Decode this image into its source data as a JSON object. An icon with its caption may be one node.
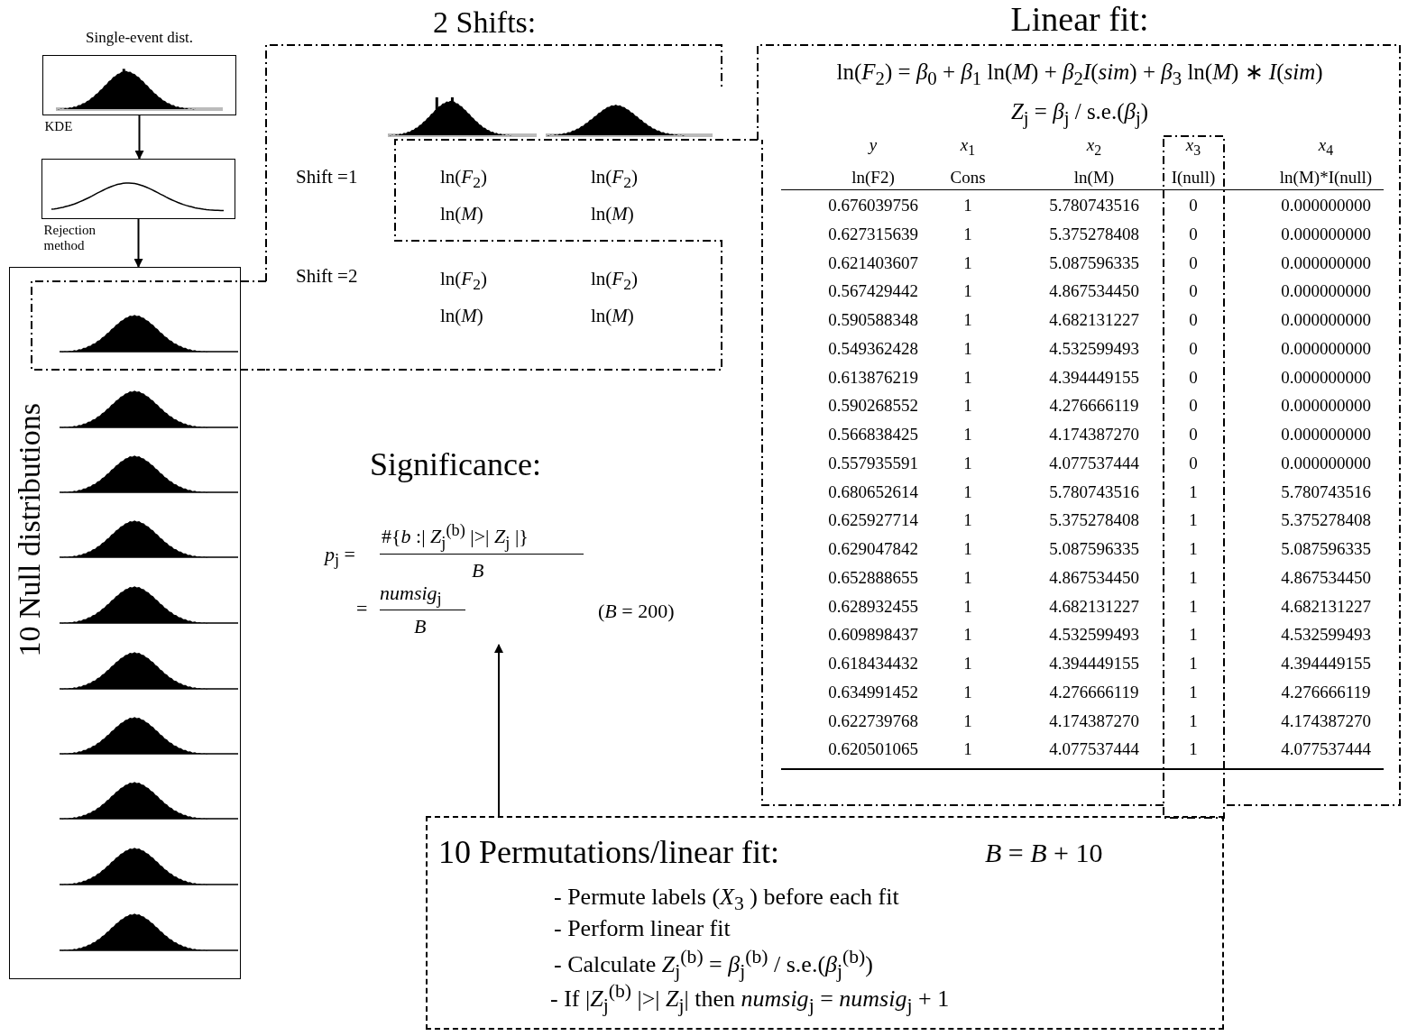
{
  "diagram": {
    "nodes": [
      {
        "text": [
          "Single-event dist."
        ]
      },
      {
        "text": [],
        "shape": "picture"
      },
      {
        "text": [
          "10 Null distributions"
        ]
      },
      {
        "text": [
          "2 Shifts:"
        ]
      },
      {
        "text": [
          "Linear fit:",
          "ln(*F*$_{2}$) = *β*$_{0}$ + *β*$_{1}$ ln(*M*) + *β*$_{2}$*I*(*sim*) + *β*$_{3}$ ln(*M*) ∗ *I*(*sim*)",
          "*Z*$_{j}$ = *β*$_{j}$ / s.e.(*β*$_{j}$)"
        ]
      },
      {
        "text": [
          "Significance:",
          "*p*$_{j}$ =",
          "#{*b* :| *Z*$_{j}$$^{(b)}$ |>| *Z*$_{j}$ |}",
          "*B*",
          "=",
          "*numsig*$_{j}$",
          "*B*",
          "(*B* = 200)"
        ]
      },
      {
        "text": [
          "10 Permutations/linear fit:",
          "*B* = *B* + 10",
          "- Permute labels (*X*$_{3}$ ) before each fit",
          "- Perform linear fit",
          "- Calculate *Z*$_{j}$$^{(b)}$ = *β*$_{j}$$^{(b)}$ / s.e.(*β*$_{j}$$^{(b)}$)",
          "- If |*Z*$_{j}$$^{(b)}$ |>| *Z*$_{j}$| then *numsig*$_{j}$ = *numsig*$_{j}$ + 1"
        ]
      }
    ],
    "edges": [
      {
        "from": 0,
        "to": 1,
        "arrow": "to",
        "label": "KDE"
      },
      {
        "from": 1,
        "to": 2,
        "arrow": "to",
        "label": "Rejection method"
      },
      {
        "from": 6,
        "to": 5,
        "arrow": "to"
      }
    ],
    "labels": [
      "Shift =1",
      "ln(*F*$_{2}$)",
      "ln(*F*$_{2}$)",
      "ln(*M*)",
      "ln(*M*)",
      "Shift =2",
      "ln(*F*$_{2}$)",
      "ln(*F*$_{2}$)",
      "ln(*M*)",
      "ln(*M*)",
      "*y*",
      "*x*$_{1}$",
      "*x*$_{2}$",
      "*x*$_{3}$",
      "*x*$_{4}$",
      "ln(F2)",
      "Cons",
      "ln(M)",
      "I(null)",
      "ln(M)*I(null)",
      "0.676039756",
      "1",
      "5.780743516",
      "0",
      "0.000000000",
      "0.627315639",
      "1",
      "5.375278408",
      "0",
      "0.000000000",
      "0.621403607",
      "1",
      "5.087596335",
      "0",
      "0.000000000",
      "0.567429442",
      "1",
      "4.867534450",
      "0",
      "0.000000000",
      "0.590588348",
      "1",
      "4.682131227",
      "0",
      "0.000000000",
      "0.549362428",
      "1",
      "4.532599493",
      "0",
      "0.000000000",
      "0.613876219",
      "1",
      "4.394449155",
      "0",
      "0.000000000",
      "0.590268552",
      "1",
      "4.276666119",
      "0",
      "0.000000000",
      "0.566838425",
      "1",
      "4.174387270",
      "0",
      "0.000000000",
      "0.557935591",
      "1",
      "4.077537444",
      "0",
      "0.000000000",
      "0.680652614",
      "1",
      "5.780743516",
      "1",
      "5.780743516",
      "0.625927714",
      "1",
      "5.375278408",
      "1",
      "5.375278408",
      "0.629047842",
      "1",
      "5.087596335",
      "1",
      "5.087596335",
      "0.652888655",
      "1",
      "4.867534450",
      "1",
      "4.867534450",
      "0.628932455",
      "1",
      "4.682131227",
      "1",
      "4.682131227",
      "0.609898437",
      "1",
      "4.532599493",
      "1",
      "4.532599493",
      "0.618434432",
      "1",
      "4.394449155",
      "1",
      "4.394449155",
      "0.634991452",
      "1",
      "4.276666119",
      "1",
      "4.276666119",
      "0.622739768",
      "1",
      "4.174387270",
      "1",
      "4.174387270",
      "0.620501065",
      "1",
      "4.077537444",
      "1",
      "4.077537444"
    ]
  }
}
